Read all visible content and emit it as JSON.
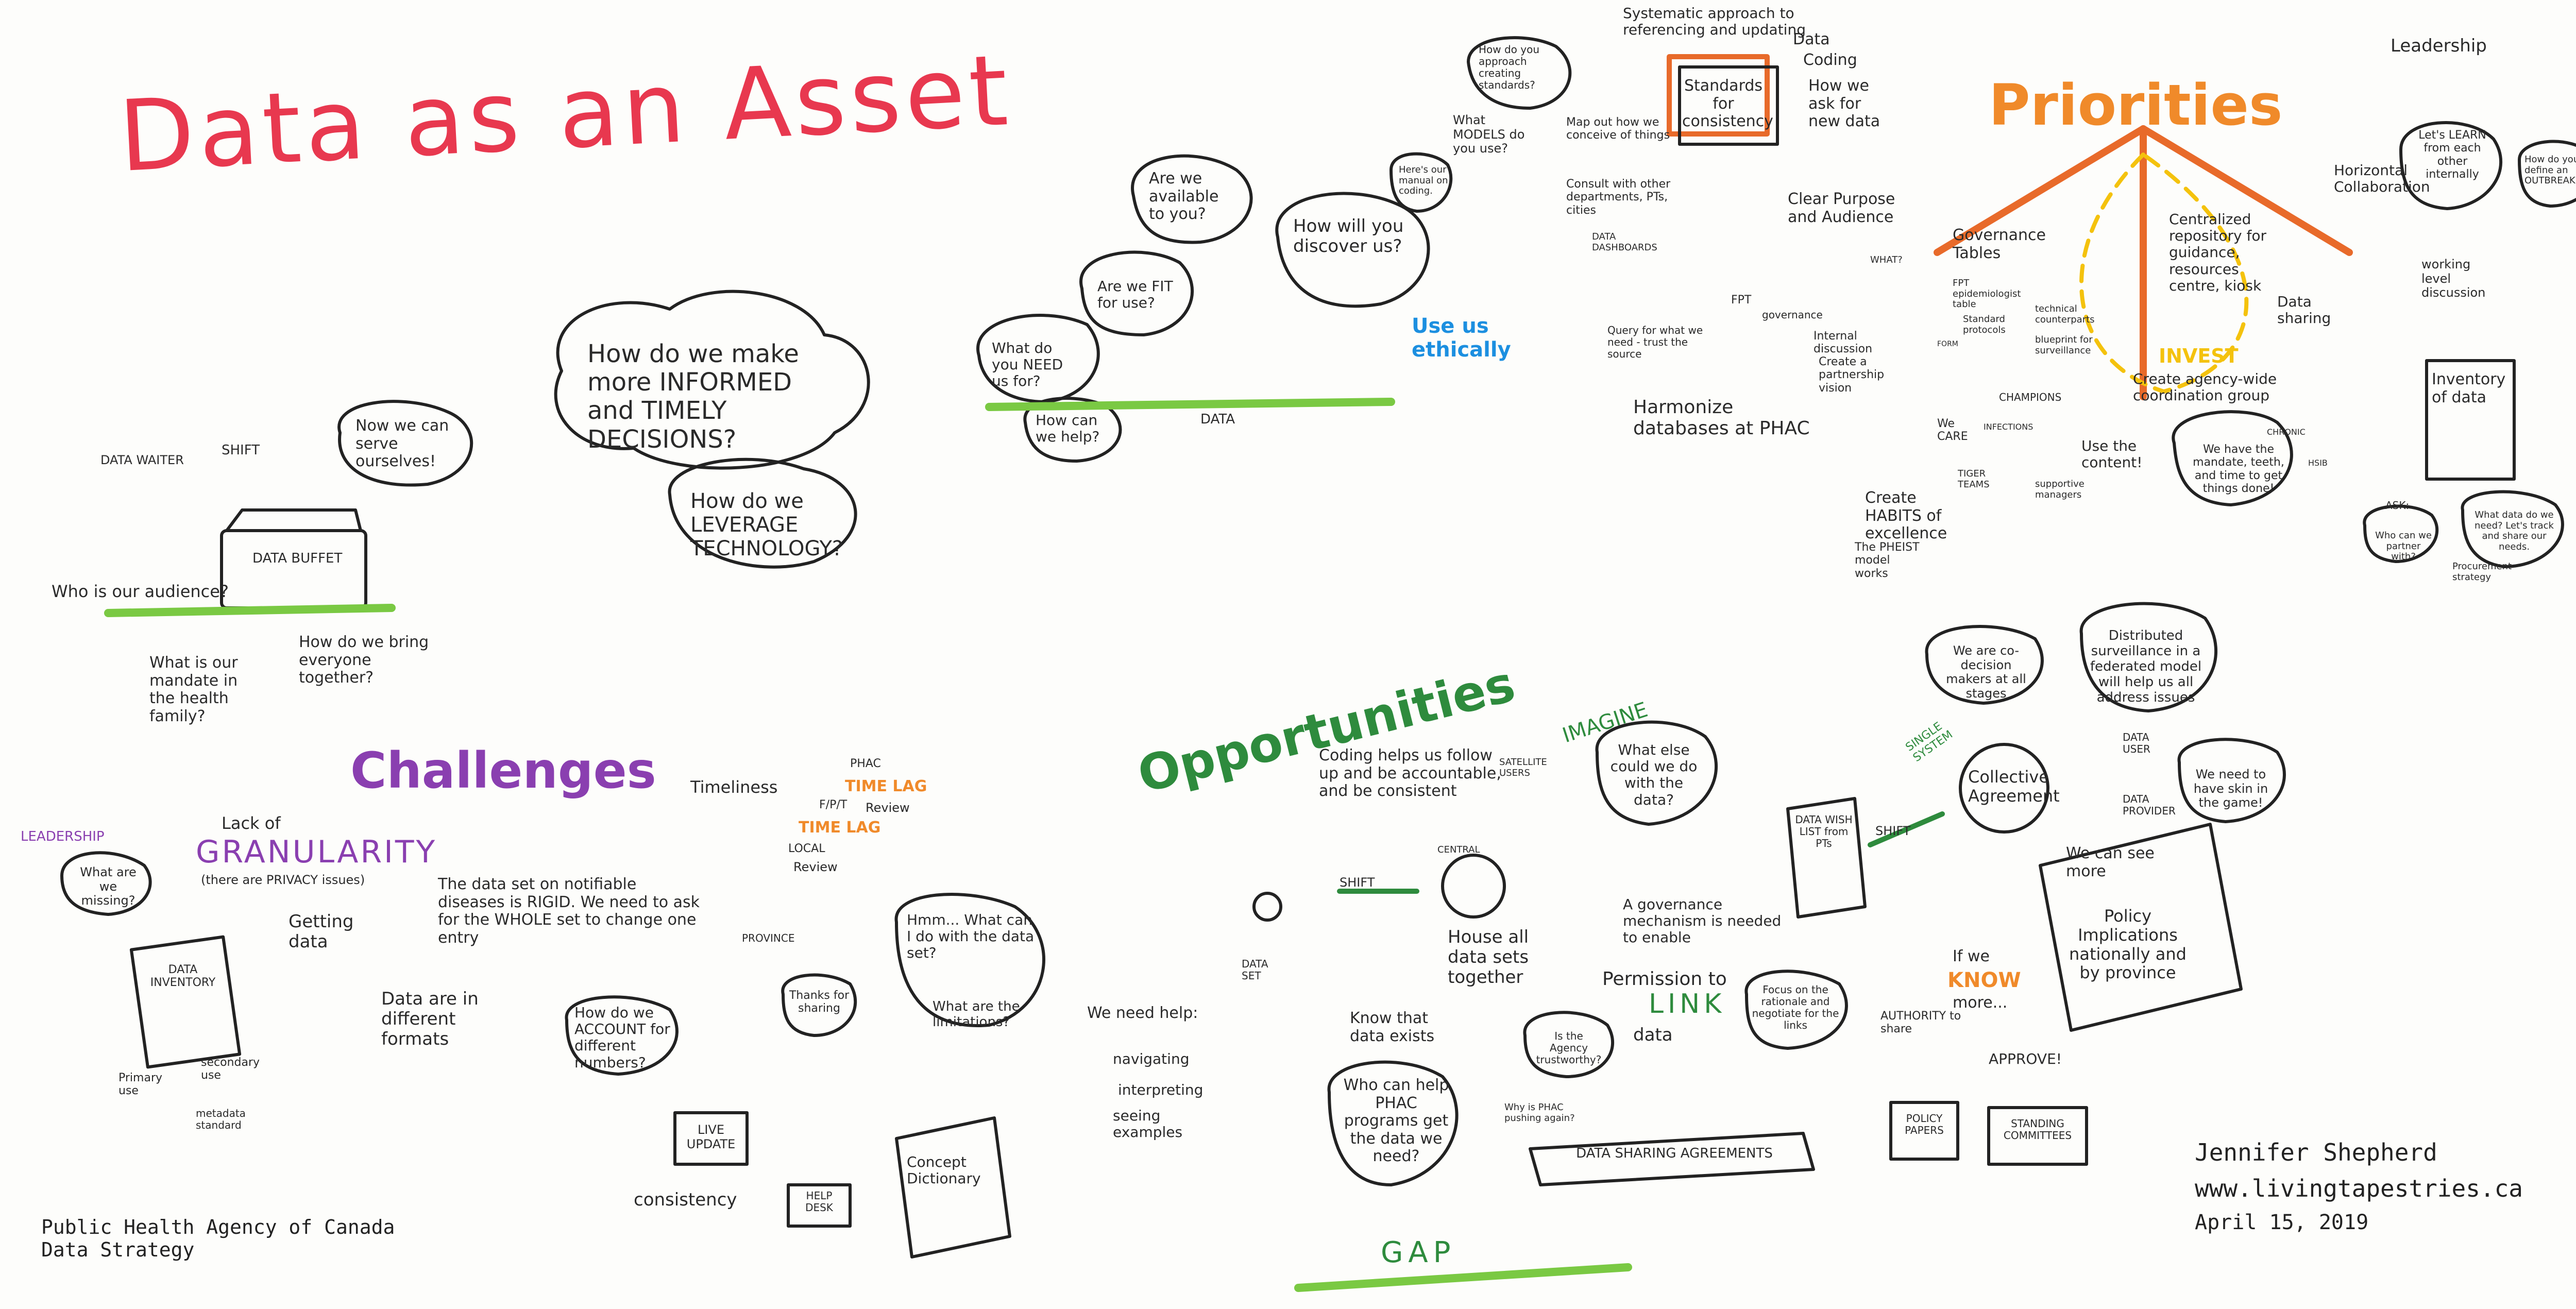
{
  "title": {
    "line": "Data as an Asset"
  },
  "sections": {
    "challenges": "Challenges",
    "opportunities": "Opportunities",
    "priorities": "Priorities"
  },
  "center": {
    "q1": "How do we make more INFORMED and TIMELY DECISIONS?",
    "q2": "How do we LEVERAGE TECHNOLOGY?",
    "serve": "Now we can serve ourselves!",
    "data_waiter": "DATA WAITER",
    "shift": "SHIFT",
    "data_buffet": "DATA BUFFET"
  },
  "audience": {
    "a1": "Who is our audience?",
    "a2": "How do we bring everyone together?",
    "a3": "What is our mandate in the health family?"
  },
  "top_middle": {
    "available": "Are we available to you?",
    "discover": "How will you discover us?",
    "fit": "Are we FIT for use?",
    "need": "What do you NEED us for?",
    "help": "How can we help?",
    "ethically": "Use us ethically",
    "data_label": "DATA",
    "manual": "Here's our manual on coding.",
    "approach": "How do you approach creating standards?",
    "models": "What MODELS do you use?",
    "map_out": "Map out how we conceive of things",
    "consult": "Consult with other departments, PTs, cities",
    "dashboards": "DATA DASHBOARDS"
  },
  "standards": {
    "systematic": "Systematic approach to referencing and updating",
    "box": "Standards for consistency",
    "data": "Data",
    "coding": "Coding",
    "ask": "How we ask for new data",
    "clear": "Clear Purpose and Audience",
    "fpt": "FPT",
    "governance": "governance",
    "internal": "Internal discussion",
    "partnership": "Create a partnership vision",
    "query": "Query for what we need - trust the source",
    "harmonize": "Harmonize databases at PHAC",
    "what": "WHAT?"
  },
  "priorities": {
    "leadership": "Leadership",
    "horizontal": "Horizontal Collaboration",
    "learn": "Let's LEARN from each other internally",
    "outbreak": "How do you define an OUTBREAK?",
    "working": "working level discussion",
    "governance_tables": "Governance Tables",
    "fpt_epi": "FPT epidemiologist table",
    "standard_protocols": "Standard protocols",
    "technical": "technical counterparts",
    "blueprint": "blueprint for surveillance",
    "centralized": "Centralized repository for guidance, resources centre, kiosk",
    "data_sharing": "Data sharing",
    "invest": "INVEST",
    "coordination": "Create agency-wide coordination group",
    "inventory": "Inventory of data",
    "champions": "CHAMPIONS",
    "infections": "INFECTIONS",
    "chronic": "CHRONIC",
    "hsib": "HSIB",
    "we_care": "We CARE",
    "use_content": "Use the content!",
    "tiger": "TIGER TEAMS",
    "supportive": "supportive managers",
    "mandate": "We have the mandate, teeth, and time to get things done!",
    "habits": "Create HABITS of excellence",
    "pheist": "The PHEIST model works",
    "ask": "ASK:",
    "partner": "Who can we partner with?",
    "what_data": "What data do we need? Let's track and share our needs.",
    "procurement": "Procurement strategy",
    "form": "FORM"
  },
  "challenges": {
    "leadership": "LEADERSHIP",
    "missing": "What are we missing?",
    "inventory": "DATA INVENTORY",
    "primary": "Primary use",
    "secondary": "secondary use",
    "metadata": "metadata standard",
    "granularity_pre": "Lack of",
    "granularity": "GRANULARITY",
    "privacy": "(there are PRIVACY issues)",
    "getting": "Getting data",
    "formats": "Data are in different formats",
    "timeliness": "Timeliness",
    "phac": "PHAC",
    "fpt": "F/P/T",
    "local": "LOCAL",
    "time_lag": "TIME LAG",
    "review": "Review",
    "rigid": "The data set on notifiable diseases is RIGID. We need to ask for the WHOLE set to change one entry",
    "province": "PROVINCE",
    "account": "How do we ACCOUNT for different numbers?",
    "live": "LIVE UPDATE",
    "consistency": "consistency",
    "help_desk": "HELP DESK",
    "dictionary": "Concept Dictionary",
    "thanks": "Thanks for sharing",
    "hmm": "Hmm... What can I do with the data set?",
    "limitations": "What are the limitations?",
    "need_help": "We need help:",
    "navigating": "navigating",
    "interpreting": "interpreting",
    "seeing": "seeing examples"
  },
  "opportunities": {
    "coding": "Coding helps us follow up and be accountable, and be consistent",
    "imagine": "IMAGINE",
    "else": "What else could we do with the data?",
    "data_set": "DATA SET",
    "shift": "SHIFT",
    "central": "CENTRAL",
    "satellite": "SATELLITE USERS",
    "house": "House all data sets together",
    "governance": "A governance mechanism is needed to enable",
    "permission": "Permission to",
    "link": "LINK",
    "data": "data",
    "wish_list": "DATA WISH LIST from PTs",
    "know": "Know that data exists",
    "trustworthy": "Is the Agency trustworthy?",
    "pushing": "Why is PHAC pushing again?",
    "focus": "Focus on the rationale and negotiate for the links",
    "agreements": "DATA SHARING AGREEMENTS",
    "who_help": "Who can help PHAC programs get the data we need?",
    "gap": "GAP",
    "authority": "AUTHORITY to share",
    "approve": "APPROVE!",
    "policy_papers": "POLICY PAPERS",
    "standing": "STANDING COMMITTEES",
    "single": "SINGLE SYSTEM",
    "collective": "Collective Agreement",
    "codecision": "We are co-decision makers at all stages",
    "distributed": "Distributed surveillance in a federated model will help us all address issues",
    "data_user": "DATA USER",
    "data_provider": "DATA PROVIDER",
    "skin": "We need to have skin in the game!",
    "see_more": "We can see more",
    "if_know": "If we",
    "know_word": "KNOW",
    "more": "more...",
    "policy": "Policy Implications nationally and by province",
    "shift2": "SHIFT"
  },
  "footer": {
    "org": "Public Health Agency of Canada\nData Strategy",
    "author": "Jennifer Shepherd",
    "site": "www.livingtapestries.ca",
    "date": "April 15, 2019"
  },
  "colors": {
    "red": "#e8384f",
    "purple": "#8a3fb0",
    "blue": "#1c8fe0",
    "green": "#2e8b3d",
    "orange": "#f08a2a",
    "yellow": "#f4c20d"
  }
}
